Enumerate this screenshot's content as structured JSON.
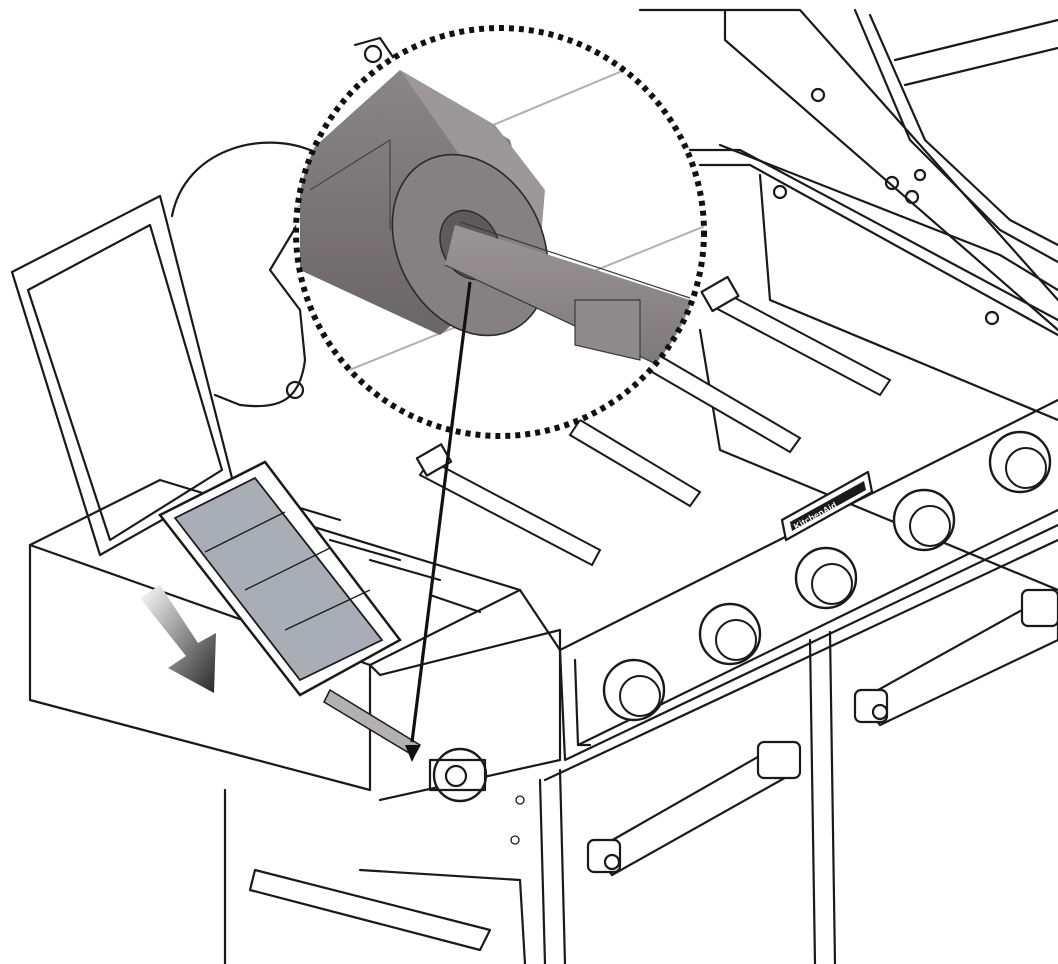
{
  "diagram": {
    "brand_badge_text": "KitchenAid",
    "colors": {
      "line": "#1a1a1a",
      "background": "#ffffff",
      "magnifier_fill": "#7e7a7c",
      "cover_glass": "#a9adb6",
      "arrow_dark": "#262626"
    },
    "control_knobs_count": 6,
    "burner_tubes_count": 4,
    "door_handles_count": 3,
    "magnifier_border": "dotted",
    "callout_arrow": "zoom-to-ignition-connection",
    "motion_arrow": "close-cover-downward"
  }
}
